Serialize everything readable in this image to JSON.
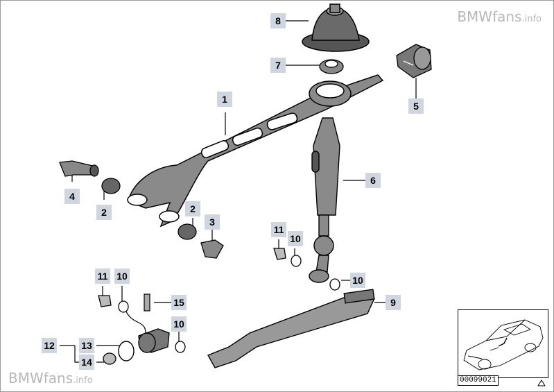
{
  "watermark": {
    "brand": "BMWfans",
    "suffix": ".info"
  },
  "diagram_number": "00099021",
  "callouts": [
    {
      "id": "c1",
      "label": "1"
    },
    {
      "id": "c2a",
      "label": "2"
    },
    {
      "id": "c2b",
      "label": "2"
    },
    {
      "id": "c3",
      "label": "3"
    },
    {
      "id": "c4",
      "label": "4"
    },
    {
      "id": "c5",
      "label": "5"
    },
    {
      "id": "c6",
      "label": "6"
    },
    {
      "id": "c7",
      "label": "7"
    },
    {
      "id": "c8",
      "label": "8"
    },
    {
      "id": "c9",
      "label": "9"
    },
    {
      "id": "c10a",
      "label": "10"
    },
    {
      "id": "c10b",
      "label": "10"
    },
    {
      "id": "c10c",
      "label": "10"
    },
    {
      "id": "c10d",
      "label": "10"
    },
    {
      "id": "c11a",
      "label": "11"
    },
    {
      "id": "c11b",
      "label": "11"
    },
    {
      "id": "c12",
      "label": "12"
    },
    {
      "id": "c13",
      "label": "13"
    },
    {
      "id": "c14",
      "label": "14"
    },
    {
      "id": "c15",
      "label": "15"
    }
  ]
}
